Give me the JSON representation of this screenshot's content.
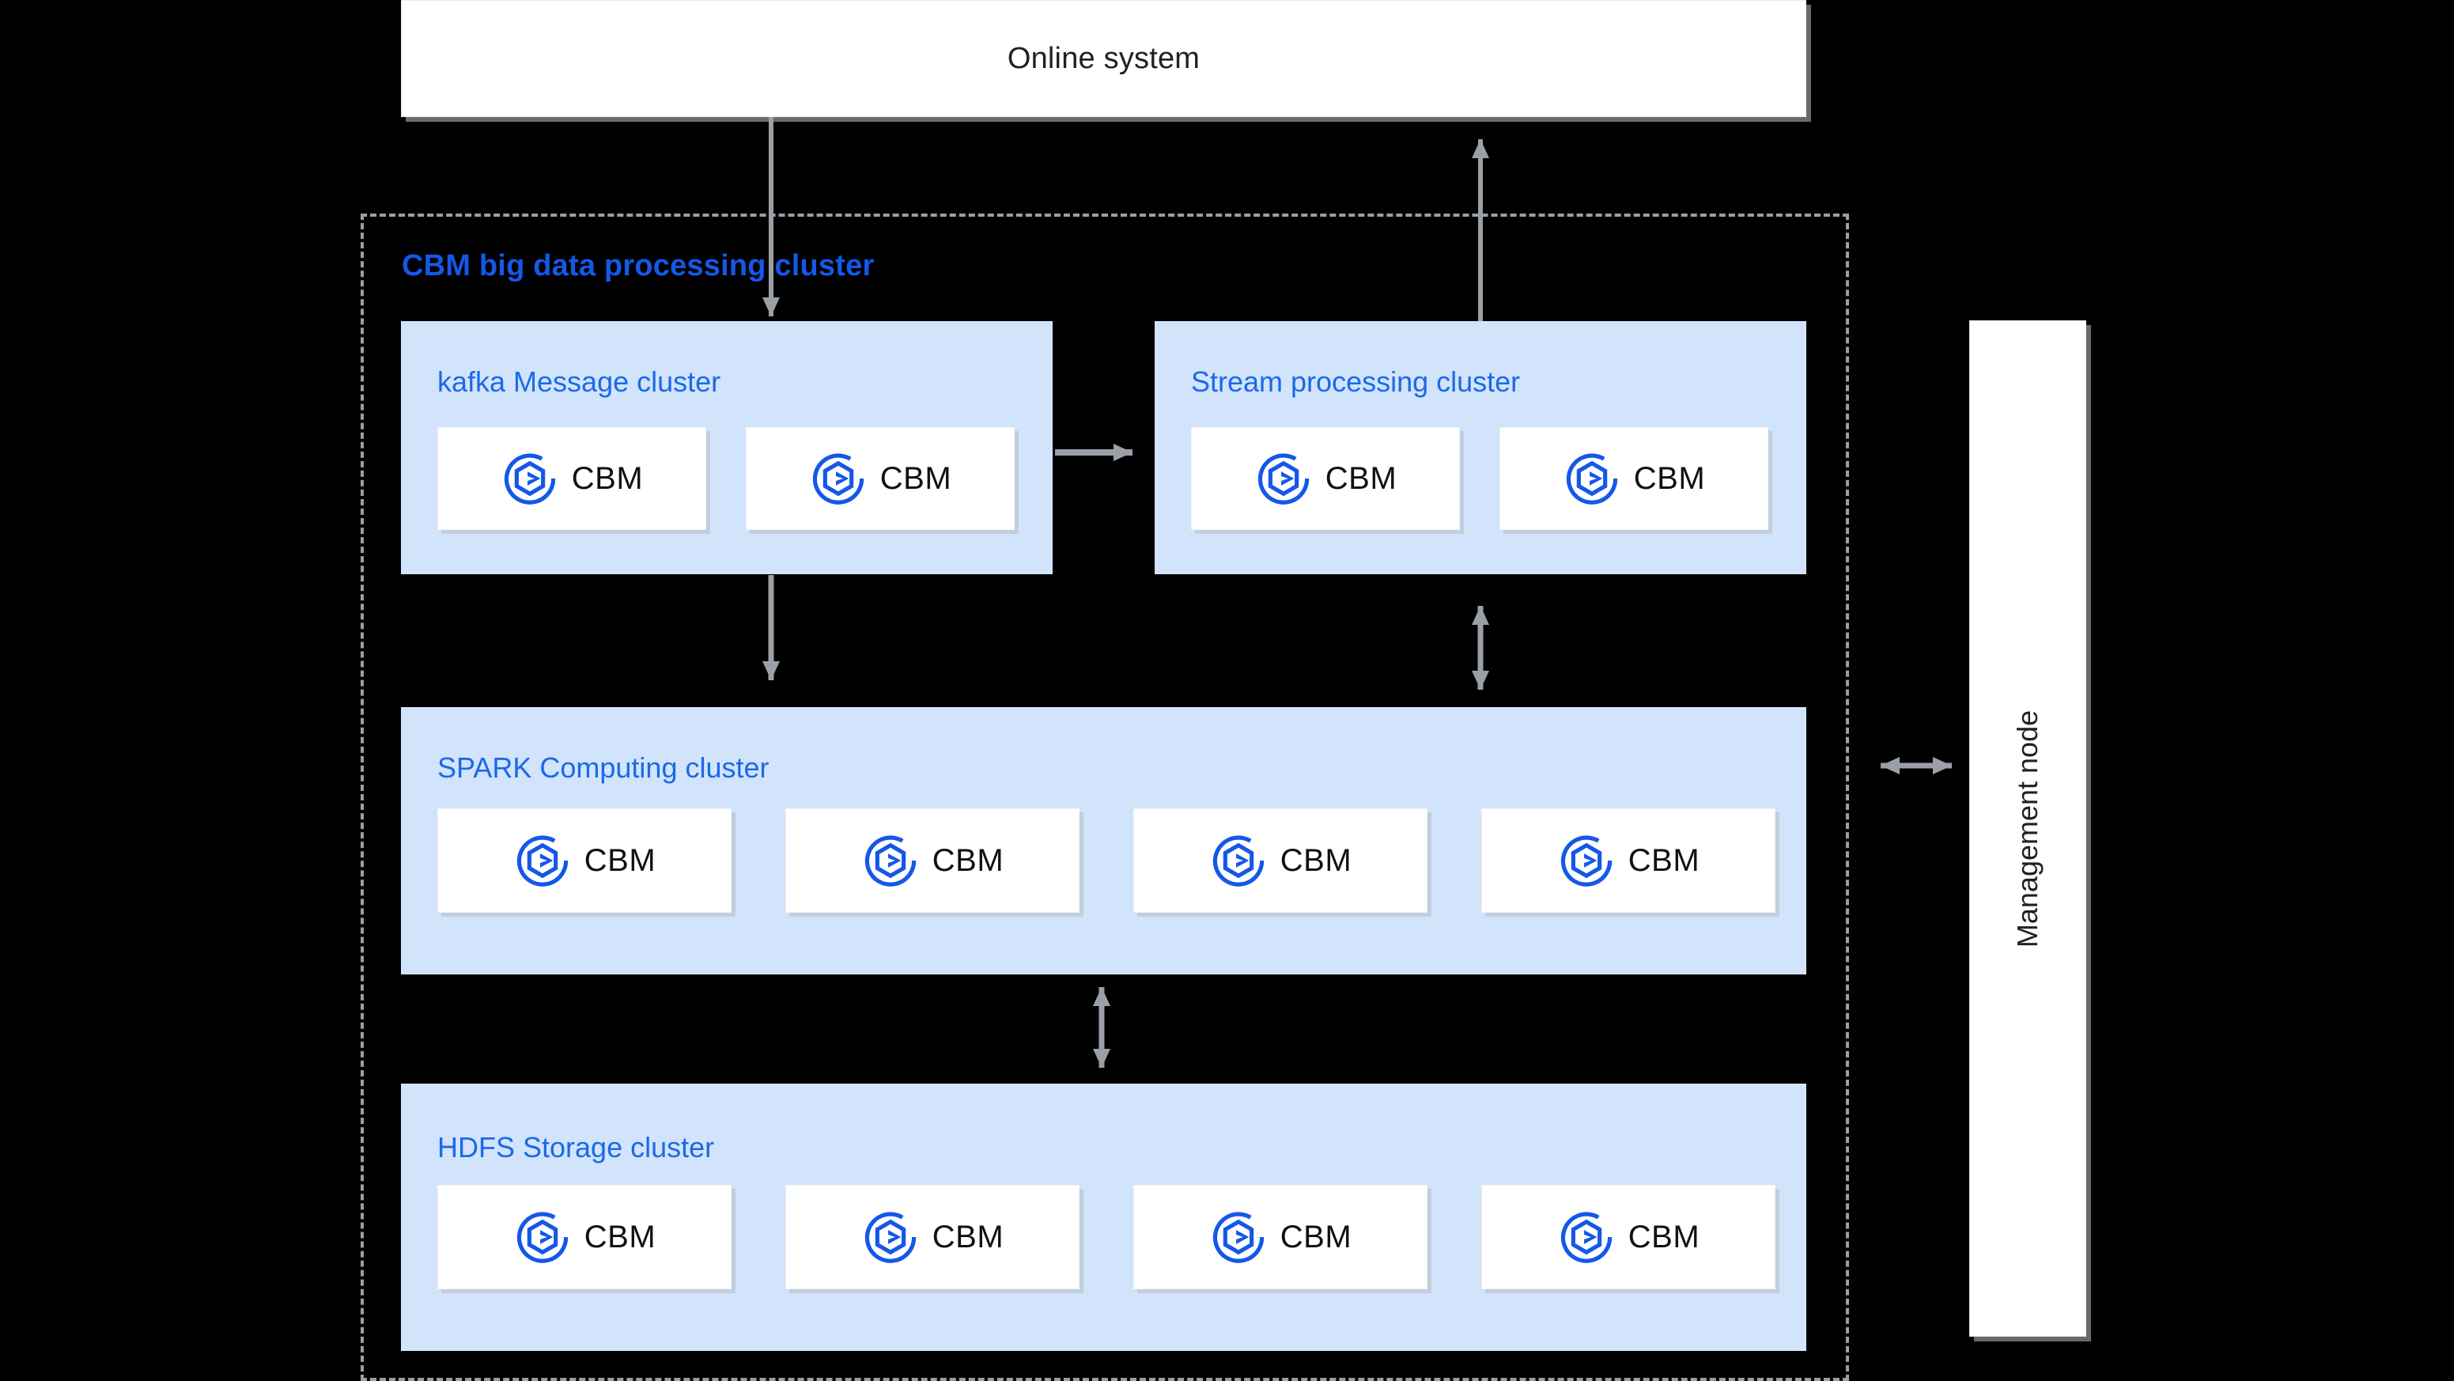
{
  "diagram": {
    "title": "CBM big data processing cluster architecture",
    "background_color": "#000000",
    "accent_blue": "#1558e8",
    "panel_blue": "#d2e3fc",
    "arrow_gray": "#9aa0a6",
    "node_white": "#ffffff"
  },
  "online_system": {
    "label": "Online system"
  },
  "cluster": {
    "title": "CBM big data processing cluster",
    "panels": [
      {
        "id": "kafka",
        "title": "kafka Message cluster",
        "nodes": [
          {
            "label": "CBM",
            "icon": "cbm-logo-icon"
          },
          {
            "label": "CBM",
            "icon": "cbm-logo-icon"
          }
        ]
      },
      {
        "id": "stream",
        "title": "Stream processing cluster",
        "nodes": [
          {
            "label": "CBM",
            "icon": "cbm-logo-icon"
          },
          {
            "label": "CBM",
            "icon": "cbm-logo-icon"
          }
        ]
      },
      {
        "id": "spark",
        "title": "SPARK Computing cluster",
        "nodes": [
          {
            "label": "CBM",
            "icon": "cbm-logo-icon"
          },
          {
            "label": "CBM",
            "icon": "cbm-logo-icon"
          },
          {
            "label": "CBM",
            "icon": "cbm-logo-icon"
          },
          {
            "label": "CBM",
            "icon": "cbm-logo-icon"
          }
        ]
      },
      {
        "id": "hdfs",
        "title": "HDFS Storage cluster",
        "nodes": [
          {
            "label": "CBM",
            "icon": "cbm-logo-icon"
          },
          {
            "label": "CBM",
            "icon": "cbm-logo-icon"
          },
          {
            "label": "CBM",
            "icon": "cbm-logo-icon"
          },
          {
            "label": "CBM",
            "icon": "cbm-logo-icon"
          }
        ]
      }
    ]
  },
  "management_node": {
    "label": "Management node"
  },
  "connections": [
    {
      "id": "online-to-kafka",
      "from": "Online system",
      "to": "kafka Message cluster",
      "direction": "down",
      "style": "single-arrow"
    },
    {
      "id": "stream-to-online",
      "from": "Stream processing cluster",
      "to": "Online system",
      "direction": "up",
      "style": "single-arrow"
    },
    {
      "id": "kafka-to-stream",
      "from": "kafka Message cluster",
      "to": "Stream processing cluster",
      "direction": "right",
      "style": "single-arrow"
    },
    {
      "id": "kafka-to-spark",
      "from": "kafka Message cluster",
      "to": "SPARK Computing cluster",
      "direction": "down",
      "style": "single-arrow"
    },
    {
      "id": "stream-spark",
      "from": "Stream processing cluster",
      "to": "SPARK Computing cluster",
      "direction": "vertical",
      "style": "double-arrow"
    },
    {
      "id": "spark-hdfs",
      "from": "SPARK Computing cluster",
      "to": "HDFS Storage cluster",
      "direction": "vertical",
      "style": "double-arrow"
    },
    {
      "id": "cluster-mgmt",
      "from": "CBM big data processing cluster",
      "to": "Management node",
      "direction": "horizontal",
      "style": "double-arrow"
    }
  ]
}
